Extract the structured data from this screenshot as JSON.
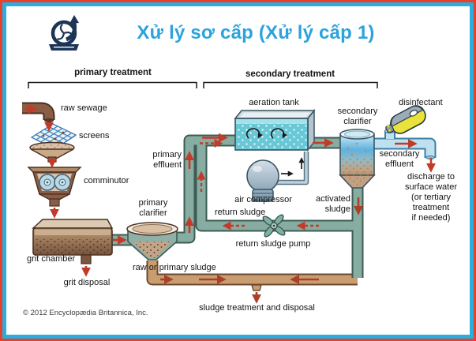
{
  "header": {
    "title": "Xử lý sơ cấp (Xử lý cấp 1)",
    "title_color": "#2ba3dc",
    "logo_icon": "pump-logo"
  },
  "brackets": {
    "primary": "primary treatment",
    "secondary": "secondary treatment"
  },
  "labels": {
    "raw_sewage": "raw sewage",
    "screens": "screens",
    "comminutor": "comminutor",
    "grit_chamber": "grit chamber",
    "grit_disposal": "grit disposal",
    "primary_clarifier": "primary\nclarifier",
    "primary_effluent": "primary\neffluent",
    "aeration_tank": "aeration tank",
    "air_compressor": "air compressor",
    "return_sludge": "return sludge",
    "return_sludge_pump": "return sludge pump",
    "activated_sludge": "activated\nsludge",
    "secondary_clarifier": "secondary\nclarifier",
    "disinfectant": "disinfectant",
    "secondary_effluent": "secondary\neffluent",
    "discharge": "discharge to\nsurface water\n(or tertiary\ntreatment\nif needed)",
    "raw_or_primary_sludge": "raw or primary sludge",
    "sludge_treatment": "sludge treatment and disposal"
  },
  "footer": {
    "copyright": "© 2012 Encyclopædia Britannica, Inc."
  },
  "colors": {
    "frame_outer": "#e8402c",
    "frame_inner": "#2aaede",
    "pipe_teal": "#87aca1",
    "pipe_outline": "#3d5c54",
    "sludge_pipe_tan": "#c99d6f",
    "effluent_pipe_blue": "#bfe0ee",
    "arrow_red": "#c23b28",
    "arrow_brown": "#a8402a",
    "aeration_water": "#68c8d6",
    "disinfectant_yellow": "#e8e23a",
    "logo_navy": "#1c3557"
  }
}
